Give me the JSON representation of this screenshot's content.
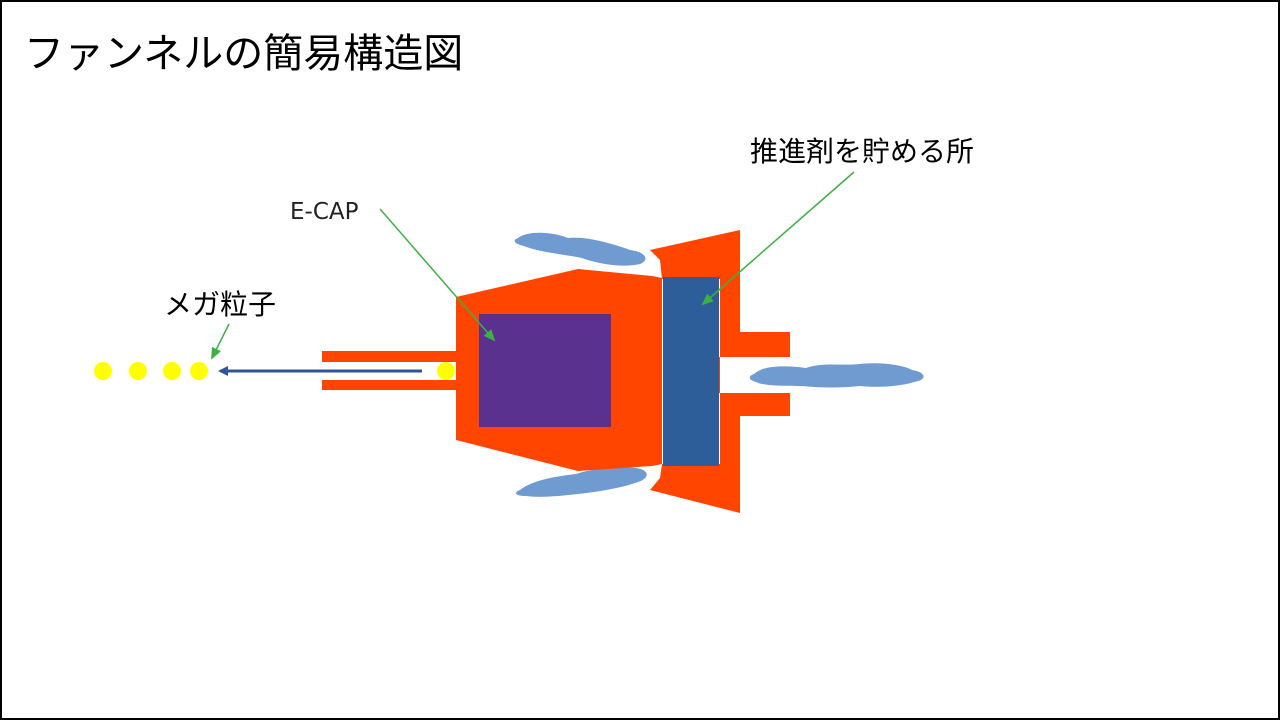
{
  "title": "ファンネルの簡易構造図",
  "labels": {
    "propellant_tank": "推進剤を貯める所",
    "ecap": "E-CAP",
    "mega_particle": "メガ粒子"
  },
  "colors": {
    "body": "#ff4500",
    "ecap_block": "#5b3190",
    "propellant_block": "#2e5e99",
    "exhaust_cloud": "#6f9bd1",
    "particle": "#ffff00",
    "beam_arrow": "#2f5597",
    "leader_line": "#3cb043"
  },
  "particles": {
    "count": 5
  }
}
